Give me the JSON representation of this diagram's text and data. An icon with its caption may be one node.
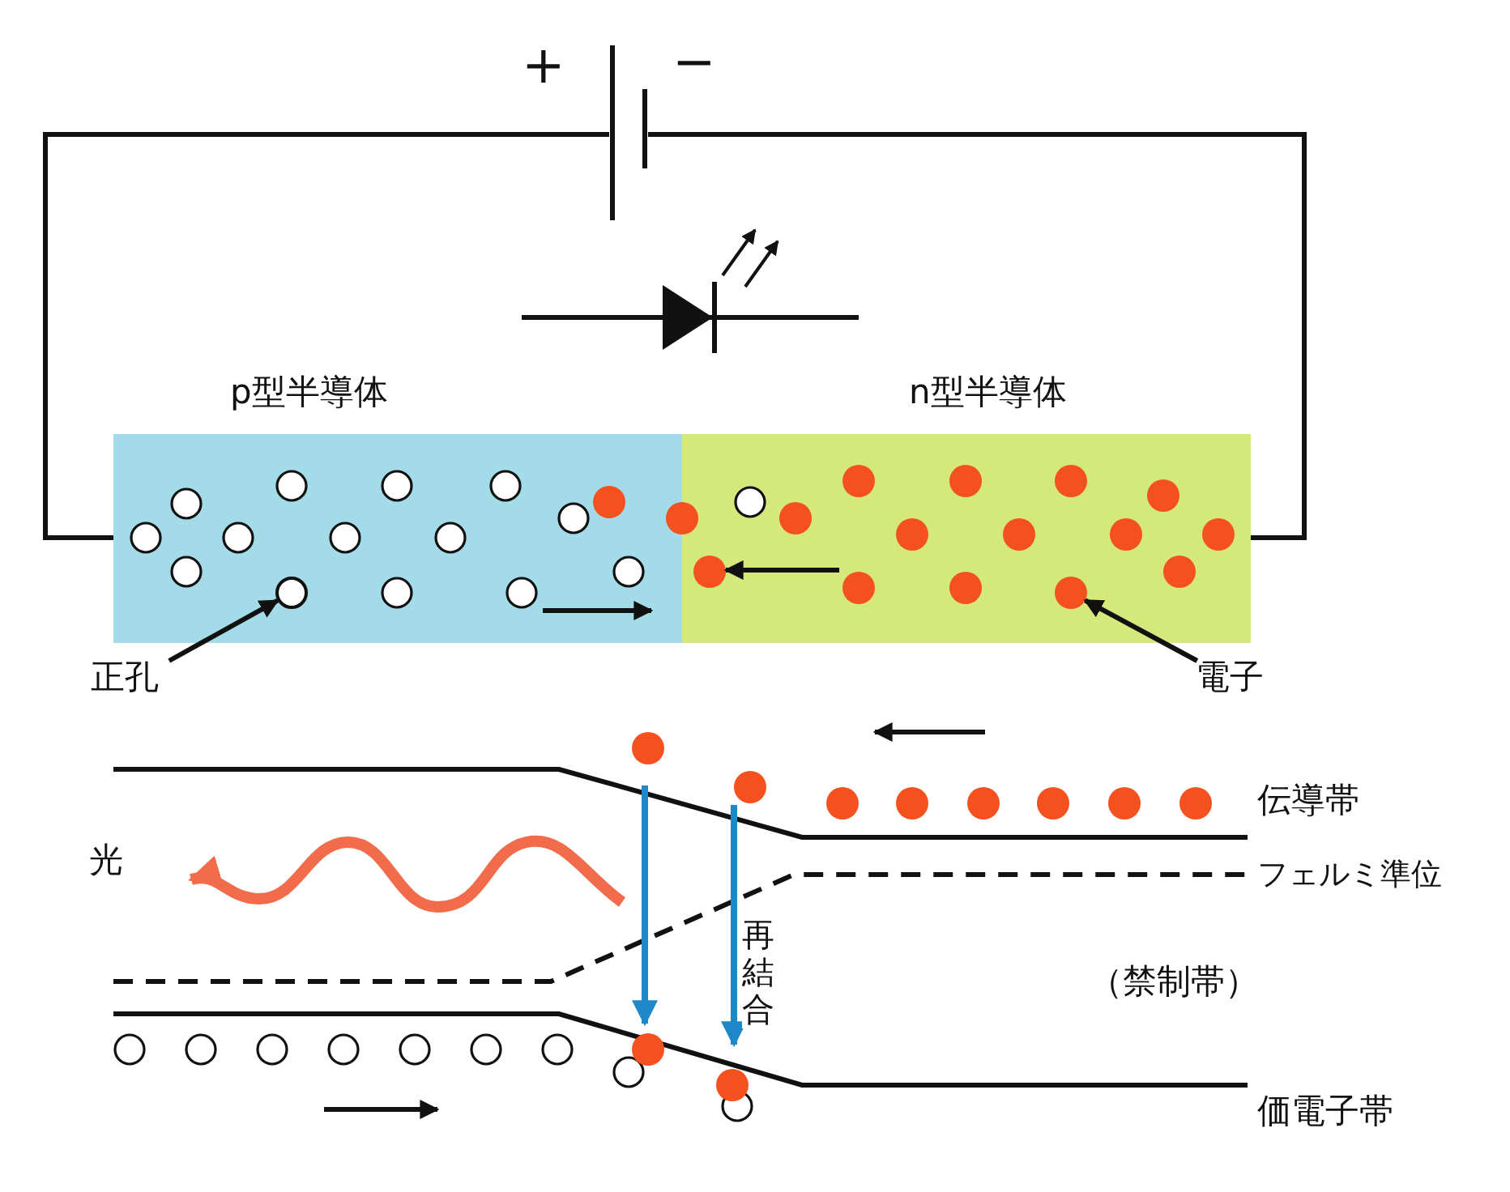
{
  "diagram": {
    "nodes": [
      {
        "text": [
          "p型半導体"
        ]
      },
      {
        "text": [
          "n型半導体"
        ]
      },
      {
        "text": [
          "正孔"
        ]
      },
      {
        "text": [],
        "shape": "circle",
        "in": 0
      },
      {
        "text": [
          "電子"
        ]
      },
      {
        "text": [],
        "shape": "circle",
        "in": 1
      },
      {
        "text": [],
        "shape": "battery"
      }
    ],
    "edges": [
      {
        "from": 2,
        "to": 3,
        "arrow": "to"
      },
      {
        "from": 4,
        "to": 5,
        "arrow": "to"
      },
      {
        "from": 6,
        "to": 0,
        "arrow": "none"
      },
      {
        "from": 6,
        "to": 1,
        "arrow": "none"
      }
    ],
    "labels": [
      "+",
      "−",
      "伝導帯",
      "光",
      "フェルミ準位",
      "再結合",
      "（禁制帯）",
      "価電子帯"
    ]
  }
}
